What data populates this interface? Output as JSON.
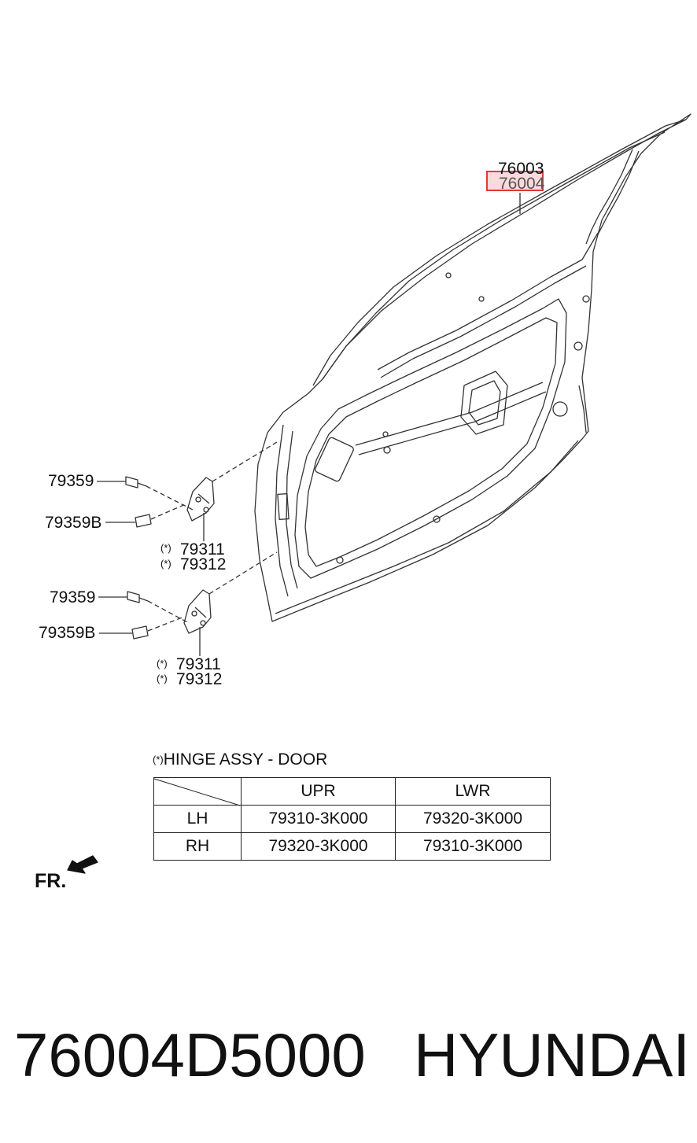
{
  "callouts": {
    "door_panel_top": "76003",
    "door_panel_highlight": "76004",
    "bolt_upper": "79359",
    "bolt_upper_b": "79359B",
    "hinge_upper_a": "79311",
    "hinge_upper_b": "79312",
    "bolt_lower": "79359",
    "bolt_lower_b": "79359B",
    "hinge_lower_a": "79311",
    "hinge_lower_b": "79312",
    "star_mark": "*"
  },
  "hinge_table": {
    "title": "HINGE ASSY - DOOR",
    "headers": [
      "",
      "UPR",
      "LWR"
    ],
    "rows": [
      [
        "LH",
        "79310-3K000",
        "79320-3K000"
      ],
      [
        "RH",
        "79320-3K000",
        "79310-3K000"
      ]
    ]
  },
  "orientation": {
    "label": "FR."
  },
  "footer": {
    "part_number": "76004D5000",
    "brand": "HYUNDAI"
  },
  "colors": {
    "line": "#333333",
    "highlight": "#e53935"
  }
}
